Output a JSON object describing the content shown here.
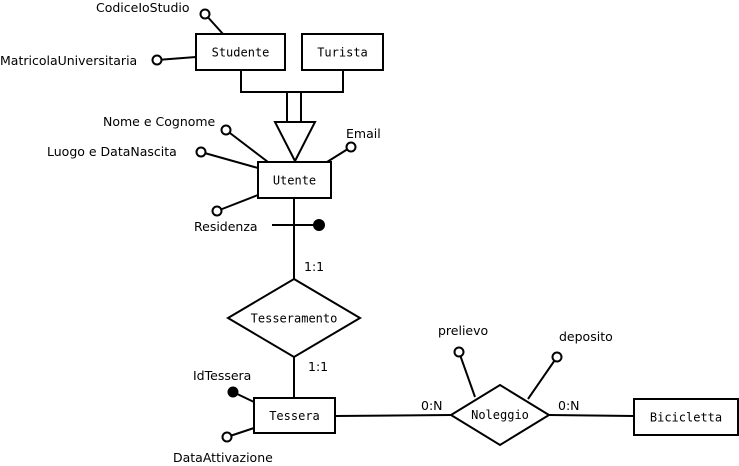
{
  "entities": {
    "studente": "Studente",
    "turista": "Turista",
    "utente": "Utente",
    "tessera": "Tessera",
    "bicicletta": "Bicicletta"
  },
  "relationships": {
    "tesseramento": "Tesseramento",
    "noleggio": "Noleggio"
  },
  "attributes": {
    "codice_studio": "CodiceIoStudio",
    "matricola": "MatricolaUniversitaria",
    "nome_cognome": "Nome e Cognome",
    "luogo_data_nascita": "Luogo e DataNascita",
    "email": "Email",
    "residenza": "Residenza",
    "id_tessera": "IdTessera",
    "data_attivazione": "DataAttivazione",
    "prelievo": "prelievo",
    "deposito": "deposito"
  },
  "cardinalities": {
    "utente_tesseramento": "1:1",
    "tessera_tesseramento": "1:1",
    "tessera_noleggio": "0:N",
    "bicicletta_noleggio": "0:N"
  }
}
